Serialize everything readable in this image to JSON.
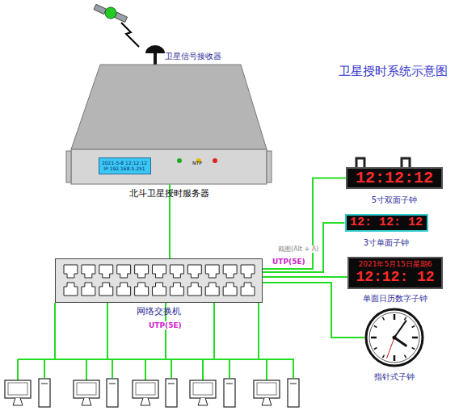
{
  "diagram": {
    "title": "卫星授时系统示意图",
    "nodes": [
      {
        "text": [
          "北斗卫星授时服务器",
          "NTP"
        ]
      },
      {
        "text": [
          "2021-5-8 12:12:12",
          "IP 192.168.5.251"
        ],
        "in": 0
      },
      {
        "text": [
          "卫星信号接收器"
        ]
      },
      {
        "text": [
          "网络交换机"
        ]
      },
      {
        "text": [
          "12:12:12",
          "5寸双面子钟"
        ]
      },
      {
        "text": [
          "12: 12: 12",
          "3寸单面子钟"
        ]
      },
      {
        "text": [
          "2021年5月15日星期6",
          "12:12: 12",
          "单面日历数字子钟"
        ]
      },
      {
        "text": [
          "指针式子钟"
        ]
      }
    ],
    "edges": [
      {
        "from": 0,
        "to": 3,
        "arrow": "none"
      },
      {
        "from": 3,
        "to": 4,
        "arrow": "none"
      },
      {
        "from": 3,
        "to": 5,
        "arrow": "none"
      },
      {
        "from": 3,
        "to": 6,
        "arrow": "none"
      },
      {
        "from": 3,
        "to": 7,
        "arrow": "none"
      }
    ],
    "labels": [
      "UTP(5E)",
      "UTP(5E)",
      "截图(Alt + A)"
    ]
  }
}
